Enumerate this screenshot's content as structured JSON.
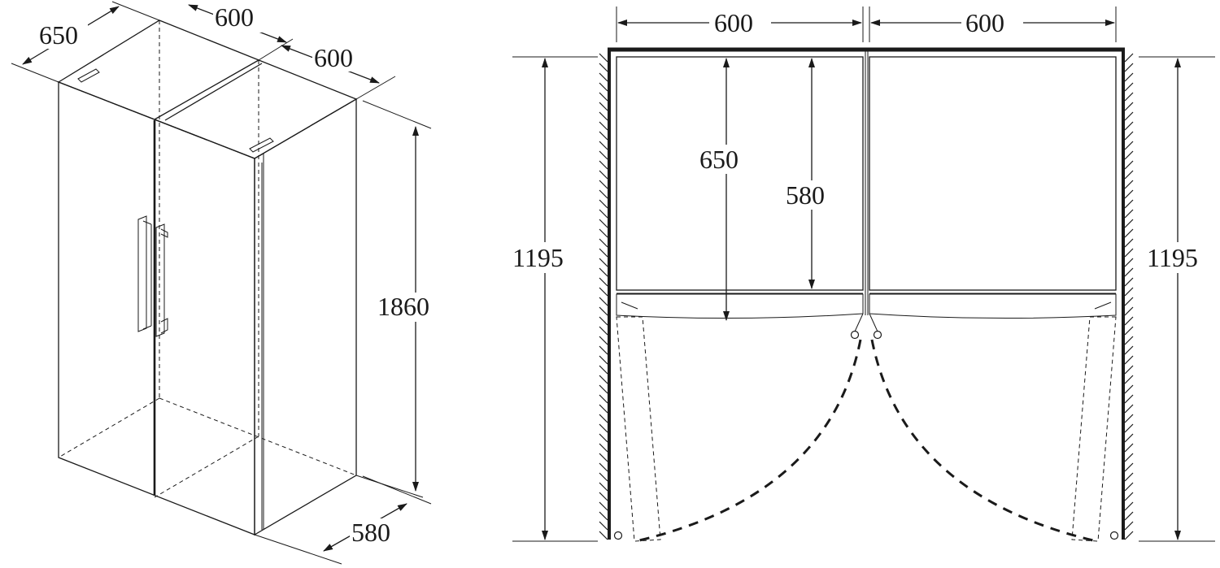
{
  "colors": {
    "line": "#1a1a1a",
    "background": "#ffffff"
  },
  "isometric_view": {
    "width_left": "600",
    "width_right": "600",
    "depth": "650",
    "height": "1860",
    "cabinet_depth": "580"
  },
  "plan_view": {
    "width_left": "600",
    "width_right": "600",
    "depth_with_door": "650",
    "cabinet_depth": "580",
    "clearance_left": "1195",
    "clearance_right": "1195"
  }
}
